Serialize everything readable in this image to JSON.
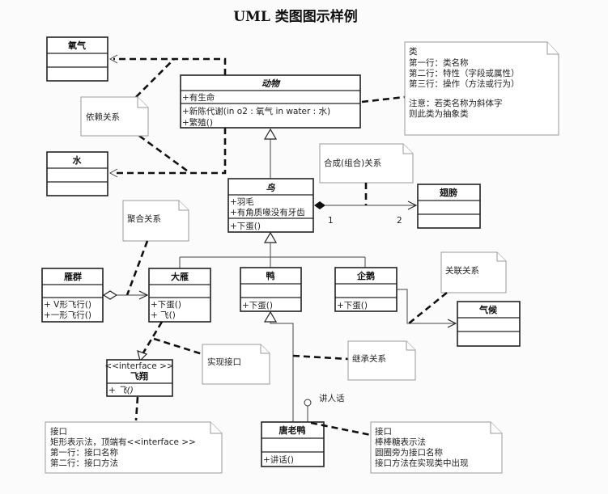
{
  "title": "UML 类图图示样例",
  "classes": {
    "oxygen": {
      "name": "氧气"
    },
    "water": {
      "name": "水"
    },
    "animal": {
      "name": "动物",
      "attributes": [
        "+有生命"
      ],
      "operations": [
        "+新陈代谢(in o2 : 氧气  in water : 水)",
        "+繁殖()"
      ]
    },
    "bird": {
      "name": "鸟",
      "attributes": [
        "+羽毛",
        "+有角质喙没有牙齿"
      ],
      "operations": [
        "+下蛋()"
      ]
    },
    "wing": {
      "name": "翅膀"
    },
    "flock": {
      "name": "雁群",
      "operations": [
        "+ V形飞行()",
        "+一形飞行()"
      ]
    },
    "goose": {
      "name": "大雁",
      "operations": [
        "+下蛋()",
        "+ 飞()"
      ]
    },
    "duck": {
      "name": "鸭",
      "operations": [
        "+下蛋()"
      ]
    },
    "penguin": {
      "name": "企鹅",
      "operations": [
        "+下蛋()"
      ]
    },
    "climate": {
      "name": "气候"
    },
    "fly": {
      "stereotype": "<<interface >>",
      "name": "飞翔",
      "operations": [
        "+ 飞()"
      ]
    },
    "donald": {
      "name": "唐老鸭",
      "operations": [
        "+讲话()"
      ]
    }
  },
  "multiplicity": {
    "left": "1",
    "right": "2"
  },
  "lollipop_label": "讲人话",
  "notes": {
    "class_note": [
      "类",
      "第一行：类名称",
      "第二行：特性（字段或属性）",
      "第三行：操作（方法或行为）",
      "",
      "注意：若类名称为斜体字",
      "则此类为抽象类"
    ],
    "dependency": "依赖关系",
    "composition": "合成(组合)关系",
    "aggregation": "聚合关系",
    "association": "关联关系",
    "realization": "实现接口",
    "inheritance": "继承关系",
    "interface_rect": [
      "接口",
      "矩形表示法，顶端有<<interface >>",
      "第一行：接口名称",
      "第二行：接口方法"
    ],
    "interface_lollipop": [
      "接口",
      "棒棒糖表示法",
      "圆圈旁为接口名称",
      "接口方法在实现类中出现"
    ]
  }
}
